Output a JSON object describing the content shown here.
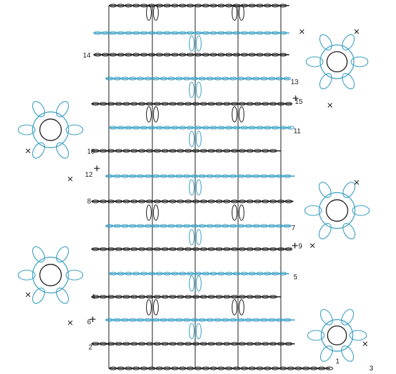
{
  "colors": {
    "black": "#1b1b1b",
    "blue": "#3a9fc4",
    "background": "#ffffff"
  },
  "icons": {
    "stitch-mark": "plus-sign",
    "single-crochet": "x-mark"
  },
  "labels": {
    "row1": "1",
    "row2": "2",
    "row3": "3",
    "row4": "4",
    "row5": "5",
    "row6": "6",
    "row7": "7",
    "row8": "8",
    "row9": "9",
    "row10": "10",
    "row11": "11",
    "row12": "12",
    "row13": "13",
    "row14": "14",
    "row15": "15"
  }
}
